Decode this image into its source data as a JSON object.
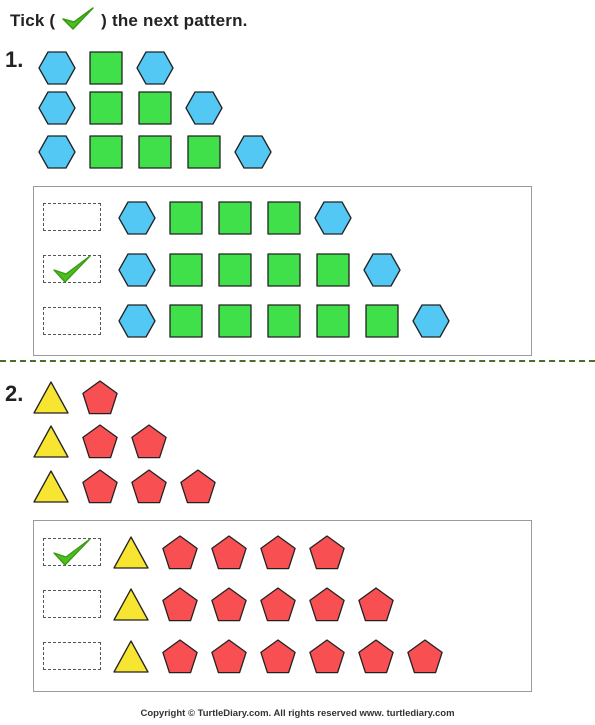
{
  "instruction": {
    "before": "Tick (",
    "after": ") the next pattern."
  },
  "colors": {
    "hexagon": "#53c8f4",
    "square": "#3fe04a",
    "triangle": "#f7e531",
    "pentagon": "#f74f52",
    "tick": "#4bbf1f"
  },
  "questions": [
    {
      "number": "1.",
      "pattern_rows": [
        [
          "hexagon",
          "square",
          "hexagon"
        ],
        [
          "hexagon",
          "square",
          "square",
          "hexagon"
        ],
        [
          "hexagon",
          "square",
          "square",
          "square",
          "hexagon"
        ]
      ],
      "options": [
        {
          "ticked": false,
          "shapes": [
            "hexagon",
            "square",
            "square",
            "square",
            "hexagon"
          ]
        },
        {
          "ticked": true,
          "shapes": [
            "hexagon",
            "square",
            "square",
            "square",
            "square",
            "hexagon"
          ]
        },
        {
          "ticked": false,
          "shapes": [
            "hexagon",
            "square",
            "square",
            "square",
            "square",
            "square",
            "hexagon"
          ]
        }
      ]
    },
    {
      "number": "2.",
      "pattern_rows": [
        [
          "triangle",
          "pentagon"
        ],
        [
          "triangle",
          "pentagon",
          "pentagon"
        ],
        [
          "triangle",
          "pentagon",
          "pentagon",
          "pentagon"
        ]
      ],
      "options": [
        {
          "ticked": true,
          "shapes": [
            "triangle",
            "pentagon",
            "pentagon",
            "pentagon",
            "pentagon"
          ]
        },
        {
          "ticked": false,
          "shapes": [
            "triangle",
            "pentagon",
            "pentagon",
            "pentagon",
            "pentagon",
            "pentagon"
          ]
        },
        {
          "ticked": false,
          "shapes": [
            "triangle",
            "pentagon",
            "pentagon",
            "pentagon",
            "pentagon",
            "pentagon",
            "pentagon"
          ]
        }
      ]
    }
  ],
  "footer": "Copyright © TurtleDiary.com. All rights reserved   www. turtlediary.com"
}
